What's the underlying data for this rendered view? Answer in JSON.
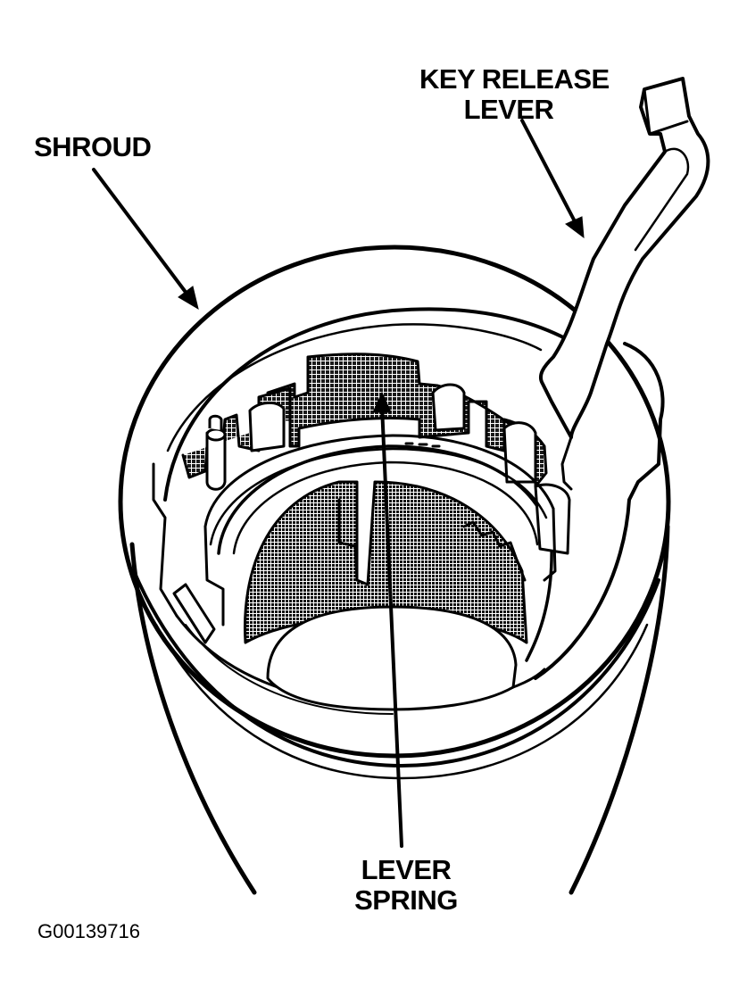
{
  "labels": {
    "shroud": "SHROUD",
    "key_release_lever_line1": "KEY RELEASE",
    "key_release_lever_line2": "LEVER",
    "lever_spring_line1": "LEVER",
    "lever_spring_line2": "SPRING"
  },
  "figure_id": "G00139716",
  "colors": {
    "ink": "#000000",
    "paper": "#ffffff",
    "shade": "#1a1a1a"
  }
}
